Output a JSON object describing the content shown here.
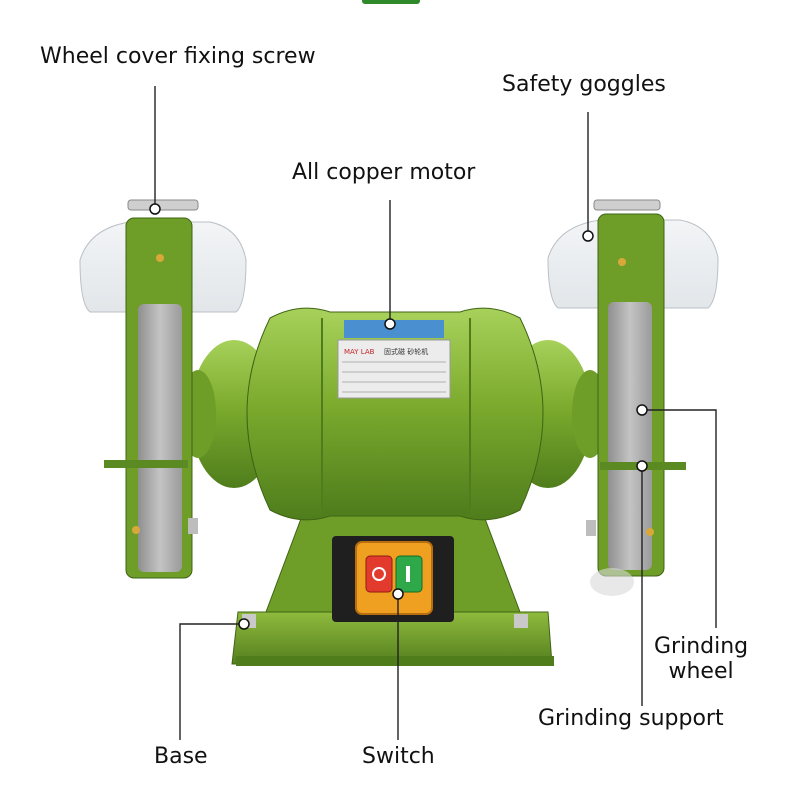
{
  "labels": {
    "wheel_cover_fixing_screw": "Wheel cover fixing screw",
    "safety_goggles": "Safety goggles",
    "all_copper_motor": "All copper motor",
    "grinding_wheel": "Grinding\nwheel",
    "grinding_support": "Grinding support",
    "base": "Base",
    "switch": "Switch"
  },
  "nameplate": {
    "brand": "MAY LAB",
    "title": "固式磁  砂轮机"
  },
  "colors": {
    "body_green": "#7cab2e",
    "body_green_dark": "#4f7d1c",
    "body_green_light": "#9cc84a",
    "stone_grey": "#b8b8b8",
    "switch_orange": "#f0a020",
    "switch_red": "#e23b2e",
    "switch_green": "#2fa84a",
    "leader_line": "#222222",
    "text": "#111111"
  }
}
